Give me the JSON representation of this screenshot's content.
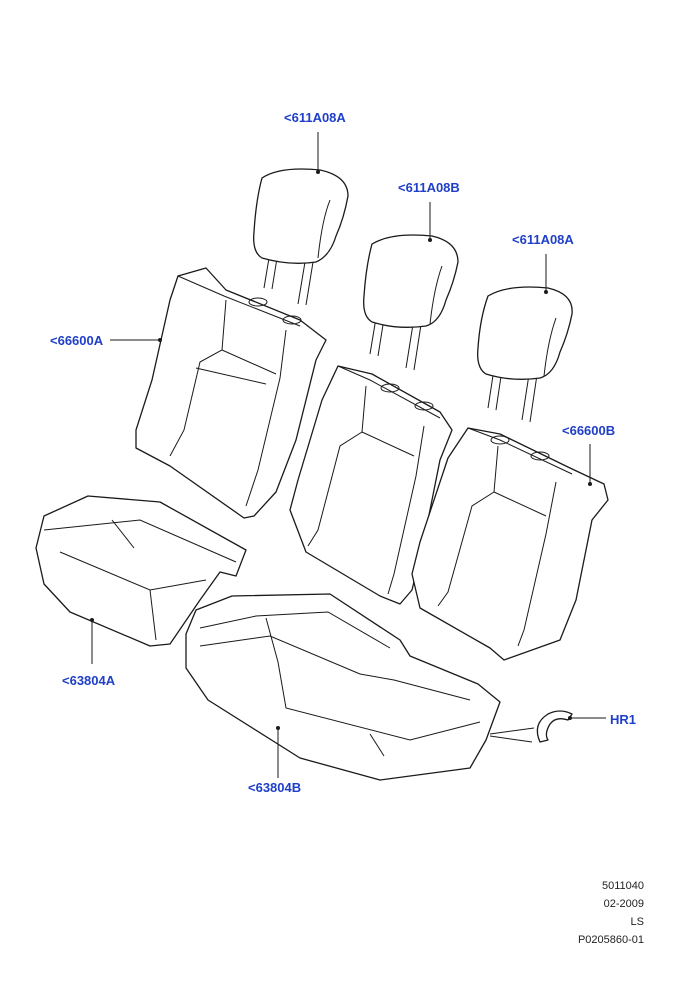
{
  "callouts": {
    "headrest_left": "<611A08A",
    "headrest_center": "<611A08B",
    "headrest_right": "<611A08A",
    "backrest_left": "<66600A",
    "backrest_right": "<66600B",
    "cushion_left": "<63804A",
    "cushion_main": "<63804B",
    "hook": "HR1"
  },
  "meta": {
    "line1": "5011040",
    "line2": "02-2009",
    "line3": "LS",
    "line4": "P0205860-01"
  }
}
